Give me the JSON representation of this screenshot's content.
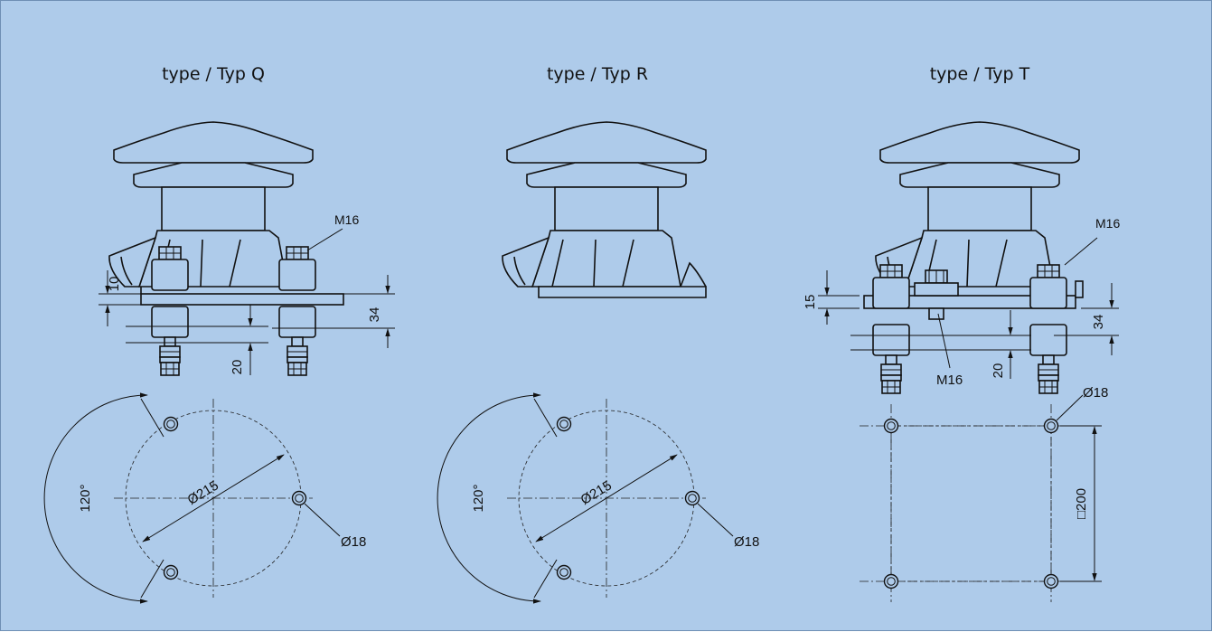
{
  "titles": {
    "q": "type / Typ Q",
    "r": "type / Typ R",
    "t": "type / Typ T"
  },
  "labels": {
    "m16": "M16",
    "dim10": "10",
    "dim34": "34",
    "dim20": "20",
    "dim15": "15",
    "angle120": "120°",
    "dia215": "Ø215",
    "dia18": "Ø18",
    "square200": "□200"
  },
  "colors": {
    "background": "#aecbea",
    "line": "#111111",
    "border": "#6f8fb4"
  }
}
